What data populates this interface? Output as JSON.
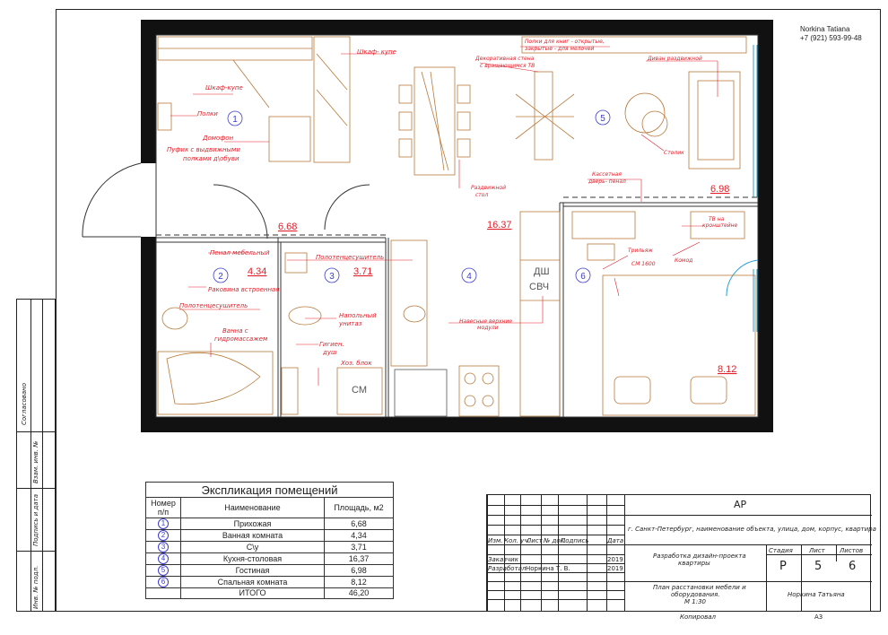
{
  "contact": {
    "name": "Norkina Tatiana",
    "phone": "+7 (921) 593-99-48"
  },
  "rooms": [
    {
      "num": "1",
      "area": "6.68"
    },
    {
      "num": "2",
      "area": "4.34"
    },
    {
      "num": "3",
      "area": "3.71"
    },
    {
      "num": "4",
      "area": "16.37"
    },
    {
      "num": "5",
      "area": "6.98"
    },
    {
      "num": "6",
      "area": "8.12"
    }
  ],
  "labels": {
    "shkaf_kupe_1": "Шкаф- купе",
    "shkaf_kupe_2": "Шкаф-купе",
    "polki": "Полки",
    "domofon": "Домофон",
    "pufik": "Пуфик с выдвижными",
    "pufik2": "полками д\\обуви",
    "polki_kniga": "Полки для книг - открытые,",
    "polki_kniga2": "закрытые - для мелочей",
    "dekor": "Декоративная стена",
    "dekor2": "с вращающимся ТВ",
    "divan": "Диван раздвижной",
    "stolik": "Столик",
    "razdv_stol": "Раздвижной",
    "razdv_stol2": "стол",
    "kasset": "Кассетная",
    "kasset2": "дверь- пенал",
    "tv_kron": "ТВ на",
    "tv_kron2": "кронштейне",
    "trilyazh": "Трильяж",
    "komod": "Комод",
    "sm1600": "СМ 1600",
    "penal": "Пенал мебельный",
    "rakovina": "Раковина встроенная",
    "polotenc1": "Полотенцесушитель",
    "polotenc2": "Полотенцесушитель",
    "vanna": "Ванна с",
    "vanna2": "гидромассажем",
    "unitaz": "Напольный",
    "unitaz2": "унитаз",
    "gigien": "Гигиен.",
    "gigien2": "душ",
    "khoz": "Хоз. блок",
    "sm": "СМ",
    "dsh": "ДШ",
    "svch": "СВЧ",
    "naves": "Навесные верхние",
    "naves2": "модули"
  },
  "left_stamp": [
    "Согласовано",
    "Взам. инв. №",
    "Подпись и дата",
    "Инв. № подл."
  ],
  "explication": {
    "title": "Экспликация помещений",
    "headers": [
      "Номер п/п",
      "Наименование",
      "Площадь, м2"
    ],
    "rows": [
      {
        "num": "1",
        "name": "Прихожая",
        "area": "6,68"
      },
      {
        "num": "2",
        "name": "Ванная комната",
        "area": "4,34"
      },
      {
        "num": "3",
        "name": "С\\у",
        "area": "3,71"
      },
      {
        "num": "4",
        "name": "Кухня-столовая",
        "area": "16,37"
      },
      {
        "num": "5",
        "name": "Гостиная",
        "area": "6,98"
      },
      {
        "num": "6",
        "name": "Спальная комната",
        "area": "8,12"
      }
    ],
    "total_label": "ИТОГО",
    "total": "46,20"
  },
  "stamp": {
    "code": "АР",
    "address": "г. Санкт-Петербург, наименование объекта, улица, дом, корпус, квартира",
    "col_headers": [
      "Изм.",
      "Кол. уч.",
      "Лист",
      "№ док.",
      "Подпись",
      "Дата"
    ],
    "customer_label": "Заказчик",
    "customer_year": "2019",
    "developer_label": "Разработал",
    "developer_name": "Норкина Т. В.",
    "developer_year": "2019",
    "project_title": "Разработка дизайн-проекта",
    "project_title2": "квартиры",
    "stage_label": "Стадия",
    "sheet_label": "Лист",
    "sheets_label": "Листов",
    "stage": "Р",
    "sheet": "5",
    "sheets": "6",
    "drawing_title": "План расстановки мебели и",
    "drawing_title2": "оборудования.",
    "scale": "М 1:30",
    "author": "Норкина Татьяна",
    "copied": "Копировал",
    "format": "А3"
  }
}
